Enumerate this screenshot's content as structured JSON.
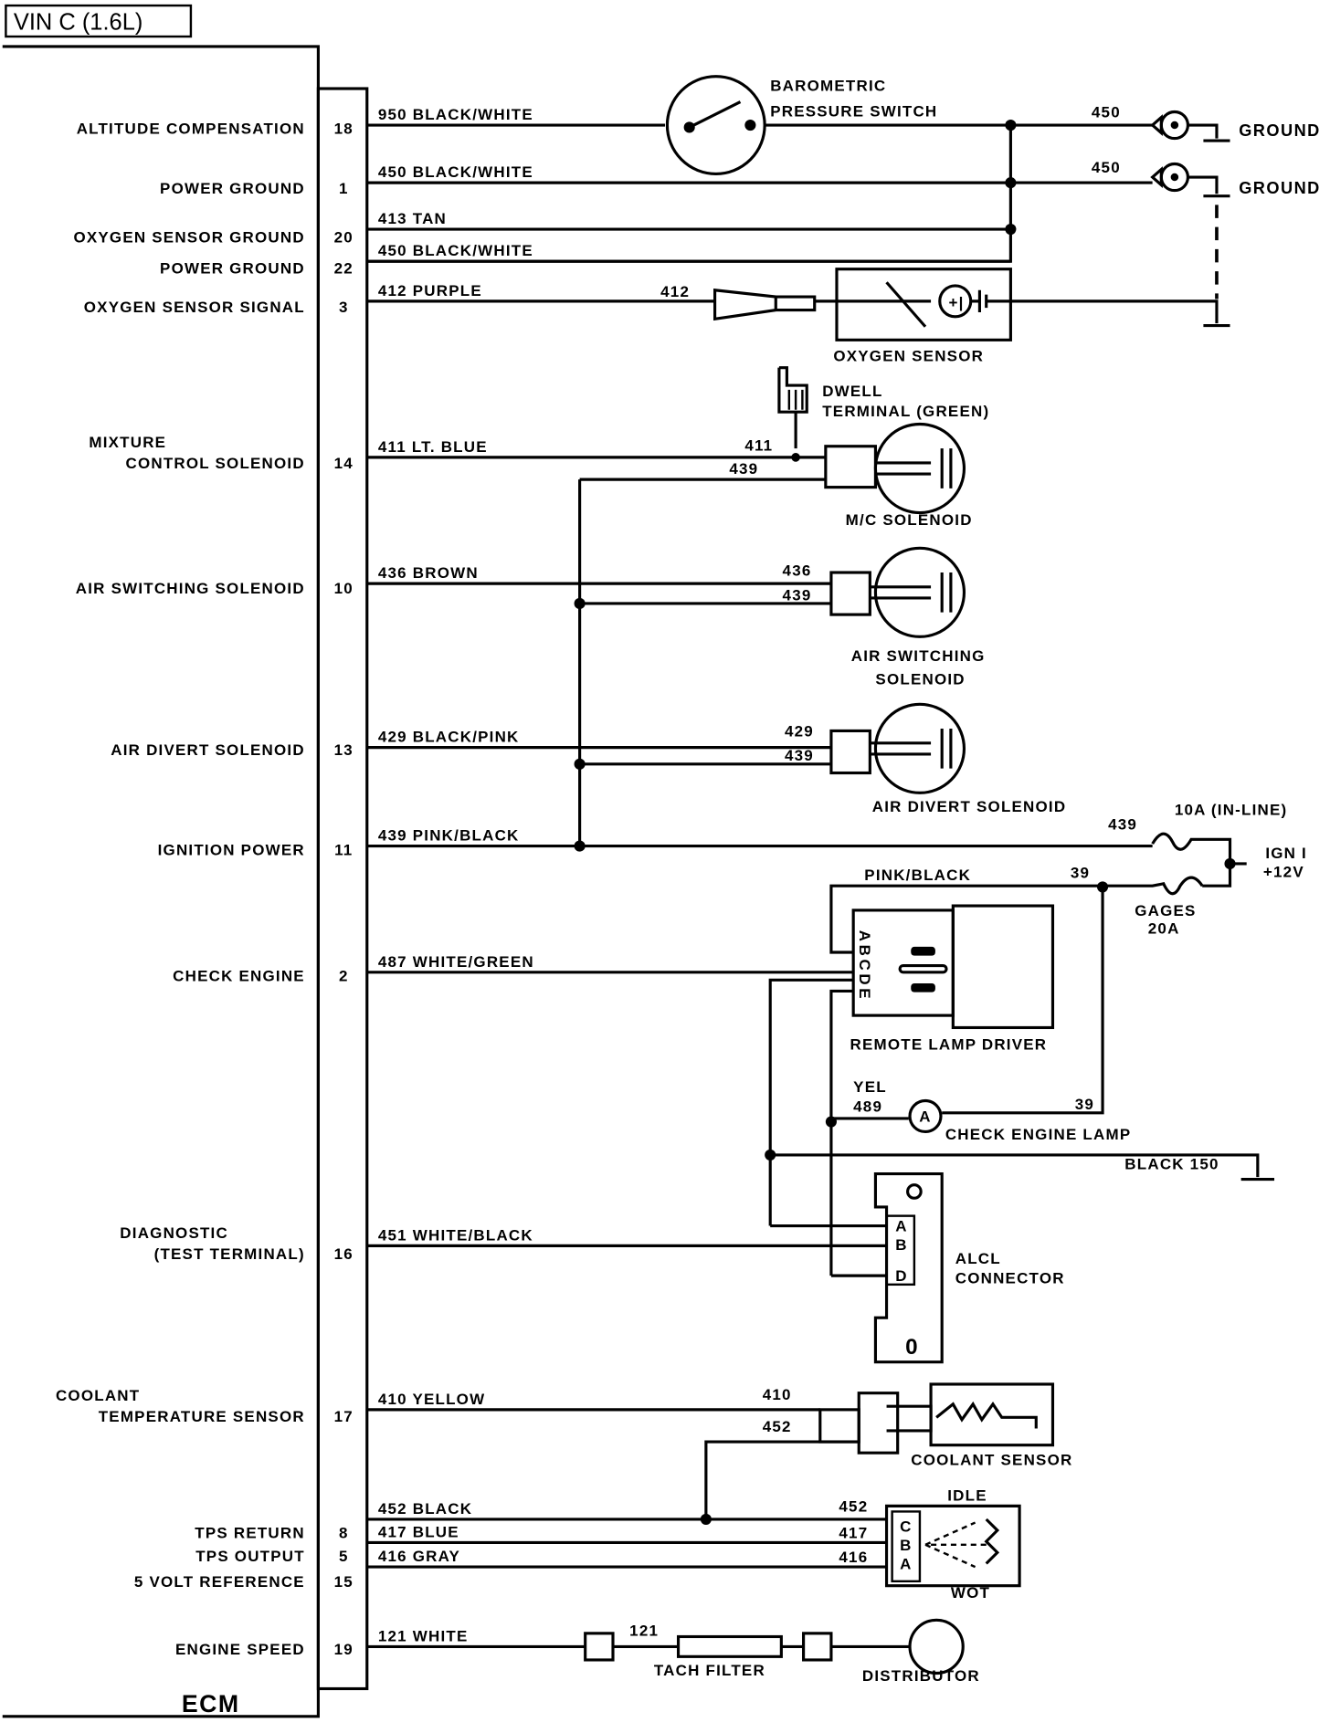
{
  "title": "VIN C (1.6L)",
  "ecm": {
    "label": "ECM",
    "pins": [
      {
        "lines": [
          "ALTITUDE COMPENSATION"
        ],
        "pin": "18",
        "wire": "950 BLACK/WHITE"
      },
      {
        "lines": [
          "POWER GROUND"
        ],
        "pin": "1",
        "wire": "450 BLACK/WHITE"
      },
      {
        "lines": [
          "OXYGEN SENSOR GROUND"
        ],
        "pin": "20",
        "wire": "413 TAN"
      },
      {
        "lines": [
          "POWER GROUND"
        ],
        "pin": "22",
        "wire": "450 BLACK/WHITE"
      },
      {
        "lines": [
          "OXYGEN SENSOR SIGNAL"
        ],
        "pin": "3",
        "wire": "412 PURPLE"
      },
      {
        "lines": [
          "MIXTURE",
          "CONTROL SOLENOID"
        ],
        "pin": "14",
        "wire": "411 LT. BLUE"
      },
      {
        "lines": [
          "AIR SWITCHING SOLENOID"
        ],
        "pin": "10",
        "wire": "436 BROWN"
      },
      {
        "lines": [
          "AIR DIVERT SOLENOID"
        ],
        "pin": "13",
        "wire": "429 BLACK/PINK"
      },
      {
        "lines": [
          "IGNITION POWER"
        ],
        "pin": "11",
        "wire": "439 PINK/BLACK"
      },
      {
        "lines": [
          "CHECK ENGINE"
        ],
        "pin": "2",
        "wire": "487 WHITE/GREEN"
      },
      {
        "lines": [
          "DIAGNOSTIC",
          "(TEST TERMINAL)"
        ],
        "pin": "16",
        "wire": "451 WHITE/BLACK"
      },
      {
        "lines": [
          "COOLANT",
          "TEMPERATURE SENSOR"
        ],
        "pin": "17",
        "wire": "410 YELLOW"
      },
      {
        "lines": [
          "TPS RETURN"
        ],
        "pin": "8",
        "wire": "452 BLACK"
      },
      {
        "lines": [
          "TPS OUTPUT"
        ],
        "pin": "5",
        "wire": "417 BLUE"
      },
      {
        "lines": [
          "5 VOLT REFERENCE"
        ],
        "pin": "15",
        "wire": "416 GRAY"
      },
      {
        "lines": [
          "ENGINE SPEED"
        ],
        "pin": "19",
        "wire": "121 WHITE"
      }
    ]
  },
  "components": {
    "baro": [
      "BAROMETRIC",
      "PRESSURE SWITCH"
    ],
    "ground_label": "GROUND",
    "ground_wire": "450",
    "o2_wire": "412",
    "o2_sensor": "OXYGEN SENSOR",
    "dwell": [
      "DWELL",
      "TERMINAL (GREEN)"
    ],
    "mc_wires": [
      "411",
      "439"
    ],
    "mc_solenoid": "M/C SOLENOID",
    "as_wires": [
      "436",
      "439"
    ],
    "air_switching": [
      "AIR SWITCHING",
      "SOLENOID"
    ],
    "ad_wires": [
      "429",
      "439"
    ],
    "air_divert": "AIR DIVERT SOLENOID",
    "fuse1_wire": "439",
    "fuse1": "10A (IN-LINE)",
    "ign": [
      "IGN I",
      "+12V"
    ],
    "pink_black": "PINK/BLACK",
    "wire39": "39",
    "gages": [
      "GAGES",
      "20A"
    ],
    "rld_pins": "ABCDE",
    "remote_lamp_driver": "REMOTE LAMP DRIVER",
    "yel": [
      "YEL",
      "489"
    ],
    "lamp_symbol": "A",
    "check_engine_lamp": "CHECK ENGINE LAMP",
    "black150": "BLACK 150",
    "alcl_pins": [
      "A",
      "B",
      "D"
    ],
    "alcl_top": "O",
    "alcl_bottom": "0",
    "alcl": [
      "ALCL",
      "CONNECTOR"
    ],
    "coolant_wires": [
      "410",
      "452"
    ],
    "coolant_sensor": "COOLANT SENSOR",
    "tps_wires": [
      "452",
      "417",
      "416"
    ],
    "tps_pins": [
      "C",
      "B",
      "A"
    ],
    "idle": "IDLE",
    "wot": "WOT",
    "tach_wire": "121",
    "tach_filter": "TACH FILTER",
    "distributor": "DISTRIBUTOR"
  }
}
